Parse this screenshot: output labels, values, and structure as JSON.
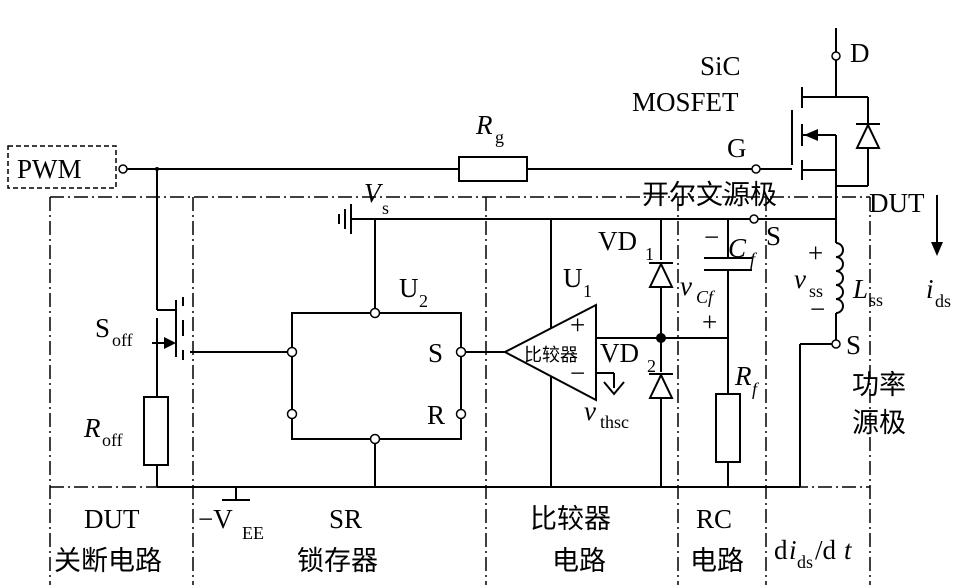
{
  "labels": {
    "pwm": "PWM",
    "sic": "SiC",
    "mosfet": "MOSFET",
    "d": "D",
    "g": "G",
    "s_kelvin": "S",
    "s_power": "S",
    "dut_right": "DUT",
    "kelvin_source": "开尔文源极",
    "power_source_1": "功率",
    "power_source_2": "源极",
    "rg": "R",
    "rg_sub": "g",
    "vs": "V",
    "vs_sub": "s",
    "u2": "U",
    "u2_sub": "2",
    "u1": "U",
    "u1_sub": "1",
    "latch_s": "S",
    "latch_r": "R",
    "comparator": "比较器",
    "plus": "+",
    "minus": "−",
    "vd1": "VD",
    "vd1_sub": "1",
    "vd2": "VD",
    "vd2_sub": "2",
    "vthsc": "v",
    "vthsc_sub": "thsc",
    "cf": "C",
    "cf_sub": "f",
    "vcf": "v",
    "vcf_sub": "Cf",
    "rf": "R",
    "rf_sub": "f",
    "vss": "v",
    "vss_sub": "ss",
    "lss": "L",
    "lss_sub": "ss",
    "ids": "i",
    "ids_sub": "ds",
    "soff": "S",
    "soff_sub": "off",
    "roff": "R",
    "roff_sub": "off",
    "vee_prefix": "−V",
    "vee_sub": "EE"
  },
  "sections": {
    "dut_off_1": "DUT",
    "dut_off_2": "关断电路",
    "sr_1": "SR",
    "sr_2": "锁存器",
    "comp_1": "比较器",
    "comp_2": "电路",
    "rc_1": "RC",
    "rc_2": "电路",
    "didt_pre": "d",
    "didt_i": "i",
    "didt_sub": "ds",
    "didt_post": "/d",
    "didt_t": "t"
  }
}
